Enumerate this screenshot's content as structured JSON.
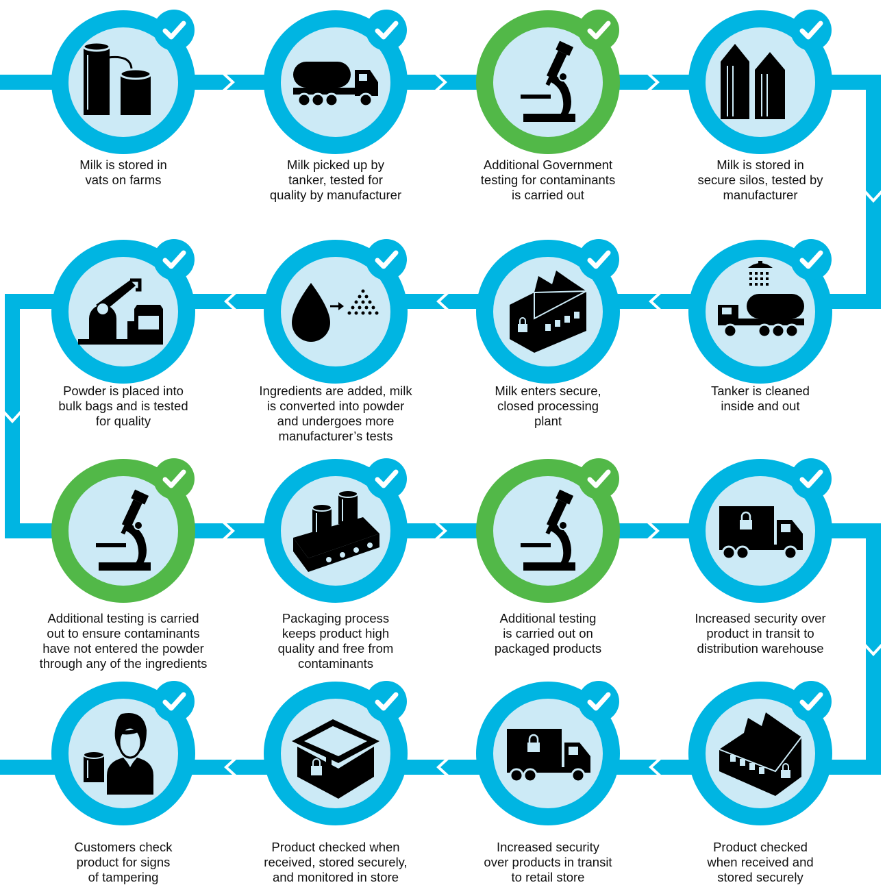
{
  "colors": {
    "path": "#00b5e2",
    "ring_standard": "#00b5e2",
    "ring_government": "#52b848",
    "inner_fill": "#cceaf6",
    "icon": "#000000",
    "check": "#ffffff",
    "text": "#111111"
  },
  "steps": [
    {
      "caption": "Milk is stored in\nvats on farms",
      "icon": "milk-vats-icon",
      "ring": "standard"
    },
    {
      "caption": "Milk picked up by\ntanker, tested for\nquality by manufacturer",
      "icon": "tanker-truck-icon",
      "ring": "standard"
    },
    {
      "caption": "Additional Government\ntesting for contaminants\nis carried out",
      "icon": "microscope-icon",
      "ring": "government"
    },
    {
      "caption": "Milk is stored in\nsecure silos, tested by\nmanufacturer",
      "icon": "silos-icon",
      "ring": "standard"
    },
    {
      "caption": "Tanker is cleaned\ninside and out",
      "icon": "tanker-wash-icon",
      "ring": "standard"
    },
    {
      "caption": "Milk enters secure,\nclosed processing\nplant",
      "icon": "locked-factory-icon",
      "ring": "standard"
    },
    {
      "caption": "Ingredients are added, milk\nis converted into powder\nand undergoes more\nmanufacturer’s tests",
      "icon": "drop-to-powder-icon",
      "ring": "standard"
    },
    {
      "caption": "Powder is placed into\nbulk bags and is tested\nfor quality",
      "icon": "robot-arm-bags-icon",
      "ring": "standard"
    },
    {
      "caption": "Additional testing is carried\nout to ensure contaminants\nhave not entered the powder\nthrough any of the ingredients",
      "icon": "microscope-icon",
      "ring": "government"
    },
    {
      "caption": "Packaging process\nkeeps product high\nquality and free from\ncontaminants",
      "icon": "conveyor-cans-icon",
      "ring": "standard"
    },
    {
      "caption": "Additional testing\nis carried out on\npackaged products",
      "icon": "microscope-icon",
      "ring": "government"
    },
    {
      "caption": "Increased security over\nproduct in transit to\ndistribution warehouse",
      "icon": "locked-truck-icon",
      "ring": "standard"
    },
    {
      "caption": "Product checked\nwhen received and\nstored securely",
      "icon": "locked-warehouse-icon",
      "ring": "standard"
    },
    {
      "caption": "Increased security\nover products in transit\nto retail store",
      "icon": "locked-truck-icon",
      "ring": "standard"
    },
    {
      "caption": "Product checked when\nreceived, stored securely,\nand monitored in store",
      "icon": "locked-store-icon",
      "ring": "standard"
    },
    {
      "caption": "Customers check\nproduct for signs\nof tampering",
      "icon": "customer-can-icon",
      "ring": "standard"
    }
  ]
}
